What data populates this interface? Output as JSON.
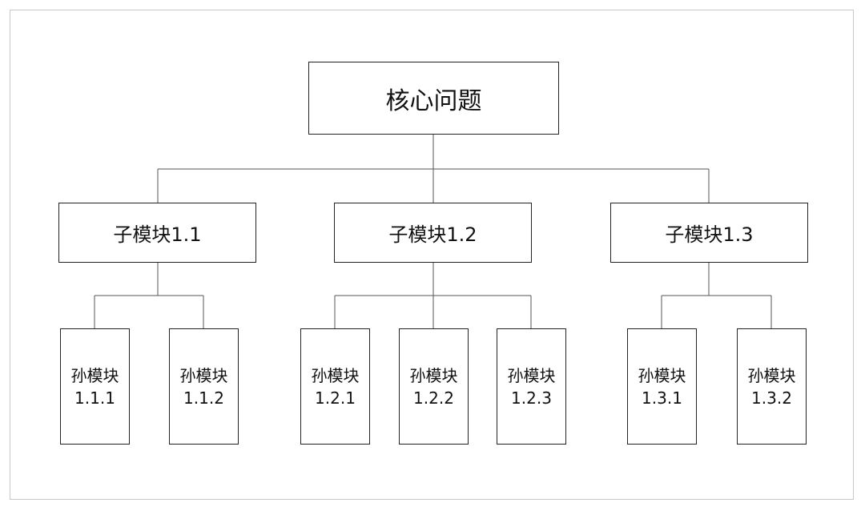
{
  "root": {
    "label": "核心问题"
  },
  "children": [
    {
      "label": "子模块1.1",
      "leaves": [
        {
          "line1": "孙模块",
          "line2": "1.1.1"
        },
        {
          "line1": "孙模块",
          "line2": "1.1.2"
        }
      ]
    },
    {
      "label": "子模块1.2",
      "leaves": [
        {
          "line1": "孙模块",
          "line2": "1.2.1"
        },
        {
          "line1": "孙模块",
          "line2": "1.2.2"
        },
        {
          "line1": "孙模块",
          "line2": "1.2.3"
        }
      ]
    },
    {
      "label": "子模块1.3",
      "leaves": [
        {
          "line1": "孙模块",
          "line2": "1.3.1"
        },
        {
          "line1": "孙模块",
          "line2": "1.3.2"
        }
      ]
    }
  ]
}
